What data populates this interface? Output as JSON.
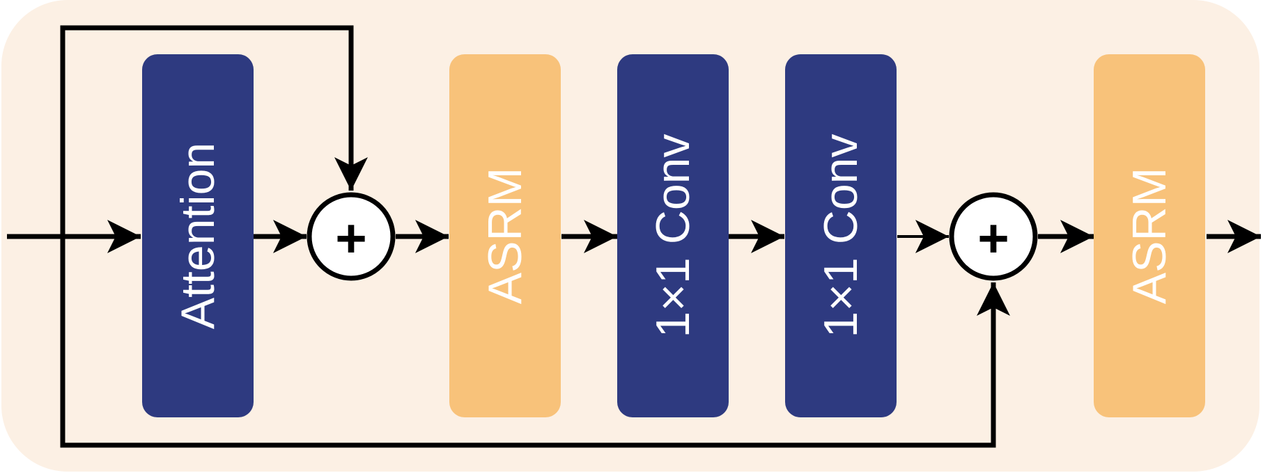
{
  "colors": {
    "background_panel": "#fcf0e4",
    "block_dark": "#2e3a80",
    "block_orange": "#f8c27a",
    "text_light": "#ffffff",
    "line": "#000000"
  },
  "blocks": [
    {
      "id": "attention",
      "label": "Attention",
      "color": "block_dark"
    },
    {
      "id": "asrm-1",
      "label": "ASRM",
      "color": "block_orange"
    },
    {
      "id": "conv-1",
      "label": "1×1 Conv",
      "color": "block_dark"
    },
    {
      "id": "conv-2",
      "label": "1×1 Conv",
      "color": "block_dark"
    },
    {
      "id": "asrm-2",
      "label": "ASRM",
      "color": "block_orange"
    }
  ],
  "operators": [
    {
      "id": "add-1",
      "symbol": "+"
    },
    {
      "id": "add-2",
      "symbol": "+"
    }
  ]
}
